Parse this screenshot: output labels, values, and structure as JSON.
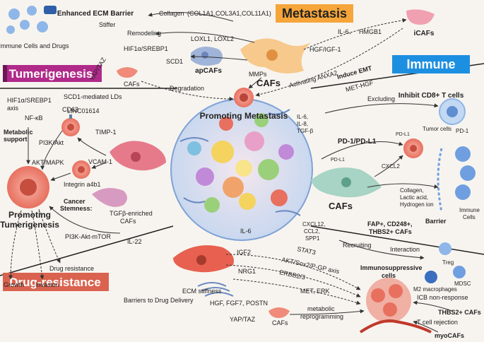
{
  "sections": {
    "metastasis": "Metastasis",
    "tumerigenesis": "Tumerigenesis",
    "immune": "Immune",
    "drug_resistance": "Drug-resistance"
  },
  "colors": {
    "metastasis_bg": "#f6a53a",
    "tumerigenesis_bg": "#b02a8a",
    "immune_bg": "#1d8fe0",
    "drug_bg": "#d9634f",
    "caf_body": "#f7c98c",
    "tumor_cell": "#f08b7a",
    "fibroblast": "#e67a8a",
    "blue_cell": "#8fb6e8",
    "green_caf": "#a7d4c4"
  },
  "metastasis": {
    "enhanced_barrier": "Enhanced ECM Barrier",
    "stiffer": "Stiffer",
    "collagen": "Collagen",
    "collagen_types": "(COL1A1,COL3A1,COL11A1)",
    "remodeling": "Remodeling",
    "loxl": "LOXL1, LOXL2",
    "immune_cells_drugs": "Immune Cells and Drugs",
    "hif_srebp": "HIF1α/SREBP1",
    "scd1": "SCD1",
    "apcafs": "apCAFs",
    "cafs_center": "CAFs",
    "hgf_igf": "HGF/IGF-1",
    "il6": "IL-6、",
    "hmgb1": "HMGB1",
    "icafs": "iCAFs",
    "yap_taz": "YAP/TAZ",
    "cafs_small": "CAFs",
    "degradation": "Degradation",
    "mmps": "MMPs",
    "activating_anxa2": "Activating ANXA2",
    "induce_emt": "Induce EMT",
    "met_hgf": "MET-HGF",
    "promoting_metastasis": "Promoting Metastasis"
  },
  "tumerigenesis": {
    "scd1_lds": "SCD1-mediated LDs",
    "hif_axis": "HIF1α/SREBP1",
    "axis": "axis",
    "nfkb": "NF-κB",
    "linc": "LINC01614",
    "metabolic_support_1": "Metabolic",
    "metabolic_support_2": "support",
    "cd63": "CD63",
    "pi3k_akt": "PI3K/Akt",
    "timp1": "TIMP-1",
    "akt_mapk": "AKT/MAPK",
    "vcam1": "VCAM-1",
    "integrin": "Integrin a4b1",
    "cancer_stemness_1": "Cancer",
    "cancer_stemness_2": "Stemness:",
    "tgf_cafs_1": "TGFβ-enriched",
    "tgf_cafs_2": "CAFs",
    "promoting_tumerigenesis_1": "Promoting",
    "promoting_tumerigenesis_2": "Tumerigenesis",
    "pi3k_mtor": "PI3K-Akt-mTOR",
    "il22": "IL-22",
    "drug_resistance_note": "Drug resistance",
    "growth": "Growth",
    "invasion": "Invasion"
  },
  "immune": {
    "excluding": "Excluding",
    "inhibit_cd8": "Inhibit CD8+ T cells",
    "il_list_1": "IL-6,",
    "il_list_2": "IL-8,",
    "il_list_3": "TGF-β",
    "pd1_pdl1": "PD-1/PD-L1",
    "pd1": "PD-1",
    "pdl1_a": "PD-L1",
    "pdl1_b": "PD-L1",
    "tumor_cells": "Tumor cells",
    "cxcl2": "CXCL2",
    "cafs": "CAFs",
    "collagen_1": "Collagen,",
    "collagen_2": "Lactic acid,",
    "collagen_3": "Hydrogen ion",
    "barrier": "Barrier",
    "immune_cells_1": "Immune",
    "immune_cells_2": "Cells",
    "cxcl12": "CXCL12,",
    "ccl2": "CCL2,",
    "spp1": "SPP1",
    "fap_1": "FAP+, CD248+,",
    "fap_2": "THBS2+ CAFs",
    "recruiting": "Recruiting",
    "interaction": "Interaction",
    "immunosuppressive_1": "Immunosuppressive",
    "immunosuppressive_2": "cells",
    "treg": "Treg",
    "mdsc": "MDSC",
    "m2": "M2 macrophages"
  },
  "drug": {
    "il6": "IL-6",
    "igf2": "IGF2",
    "nrg1": "NRG1",
    "stat3": "STAT3",
    "akt_sox2": "AKT/Sox2/P-GP axis",
    "erbb": "ERBB2/3",
    "met_erk": "MET, ERK",
    "hgf_list": "HGF, FGF7, POSTN",
    "ecm_stiffness": "ECM stiffness",
    "barriers": "Barriers to Drug Delivery",
    "yap_taz": "YAP/TAZ",
    "cafs": "CAFs",
    "metabolic_1": "metabolic",
    "metabolic_2": "reprogramming",
    "icb": "ICB non-response",
    "thbs2": "THBS2+ CAFs",
    "t_rejection": "T cell rejection",
    "mycafs": "myoCAFs"
  }
}
